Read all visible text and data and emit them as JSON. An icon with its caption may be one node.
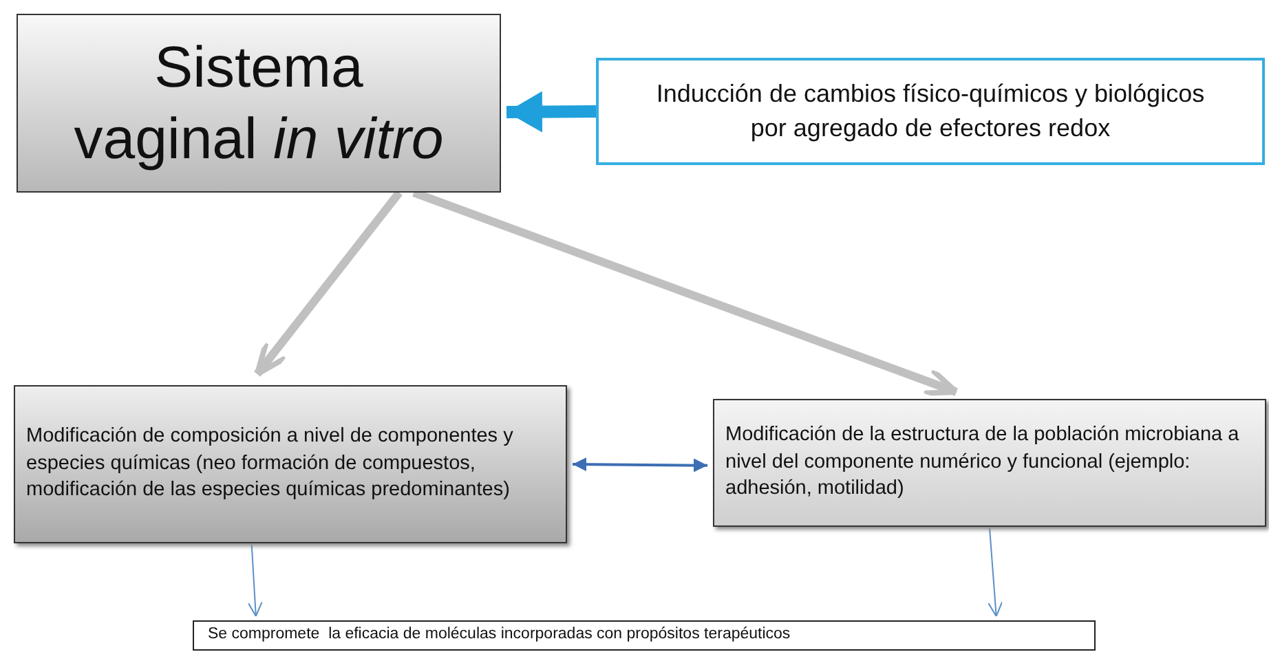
{
  "diagram": {
    "nodes": [
      {
        "text": [
          "Sistema vaginal *in vitro*"
        ]
      },
      {
        "text": [
          "Inducción de cambios físico-químicos y biológicos por agregado de efectores redox"
        ]
      },
      {
        "text": [
          "Modificación de composición a nivel de componentes y especies químicas (neo formación de compuestos, modificación de las especies químicas predominantes)"
        ]
      },
      {
        "text": [
          "Modificación de la estructura de la población microbiana a nivel del componente numérico y funcional (ejemplo: adhesión, motilidad)"
        ]
      },
      {
        "text": [
          "Se compromete  la eficacia de moléculas incorporadas con propósitos terapéuticos"
        ]
      }
    ],
    "edges": [
      {
        "from": 1,
        "to": 0,
        "arrow": "to",
        "style": "thick",
        "color": "#1fa0dc"
      },
      {
        "from": 0,
        "to": 2,
        "arrow": "to",
        "style": "thick",
        "color": "#c0c0c0"
      },
      {
        "from": 0,
        "to": 3,
        "arrow": "to",
        "style": "thick",
        "color": "#c0c0c0"
      },
      {
        "from": 2,
        "to": 3,
        "arrow": "both",
        "color": "#3c6eb4"
      },
      {
        "from": 2,
        "to": 4,
        "arrow": "to",
        "color": "#5b8fc7"
      },
      {
        "from": 3,
        "to": 4,
        "arrow": "to",
        "color": "#5b8fc7"
      }
    ]
  }
}
